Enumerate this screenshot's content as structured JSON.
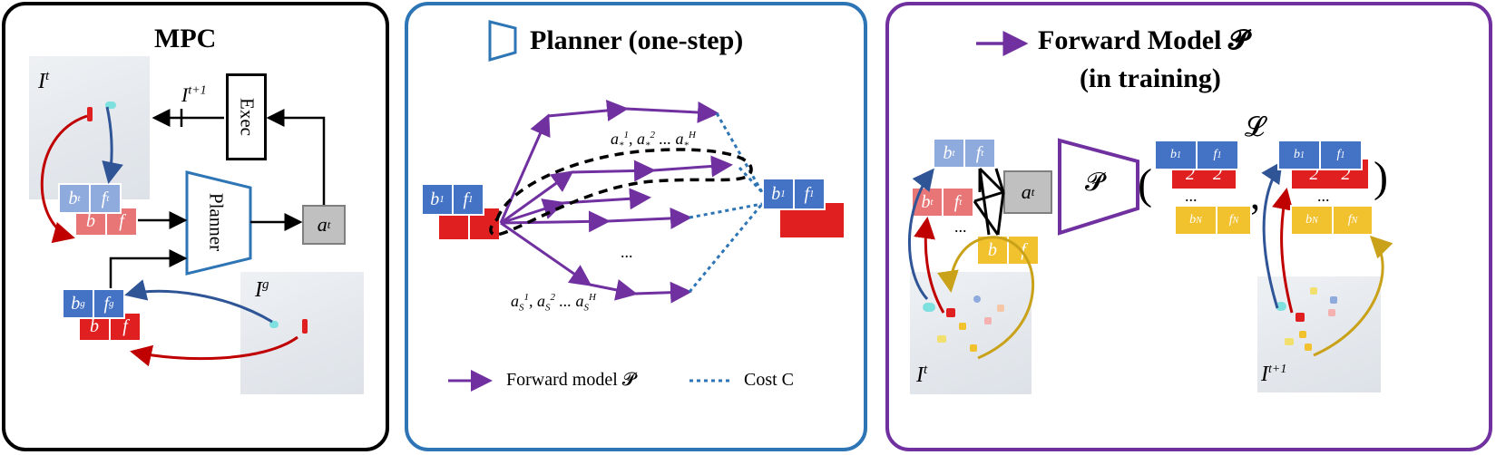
{
  "mpc": {
    "title": "MPC",
    "exec_label": "Exec",
    "planner_label": "Planner",
    "img_t": "I",
    "img_t_sup": "t",
    "img_t1": "I",
    "img_t1_sup": "t+1",
    "img_g": "I",
    "img_g_sup": "g",
    "action": "a",
    "action_sup": "t",
    "chip_b1": "b",
    "chip_f1": "f"
  },
  "planner": {
    "title": "Planner (one-step)",
    "best_actions": "a",
    "sampled_actions": "a",
    "ellipsis": "...",
    "legend_forward": "Forward model 𝓟",
    "legend_cost": "Cost C"
  },
  "forward": {
    "title_line1": "Forward Model 𝓟",
    "title_line2": "(in training)",
    "model_symbol": "𝓟",
    "loss_symbol": "𝓛",
    "img_t": "I",
    "img_t_sup": "t",
    "img_t1": "I",
    "img_t1_sup": "t+1",
    "action": "a",
    "action_sup": "t",
    "ellipsis": "..."
  },
  "colors": {
    "mpc_border": "#000000",
    "planner_border": "#2e75b6",
    "forward_border": "#7030a0",
    "forward_arrow": "#7030a0",
    "cost_line": "#2e75b6",
    "object_blue": "#4472c4",
    "object_red": "#e02020",
    "object_yellow": "#f2c12e",
    "recon_blue_arrow": "#2f5597",
    "recon_red_arrow": "#c00000",
    "recon_yellow_arrow": "#c9a21a"
  }
}
